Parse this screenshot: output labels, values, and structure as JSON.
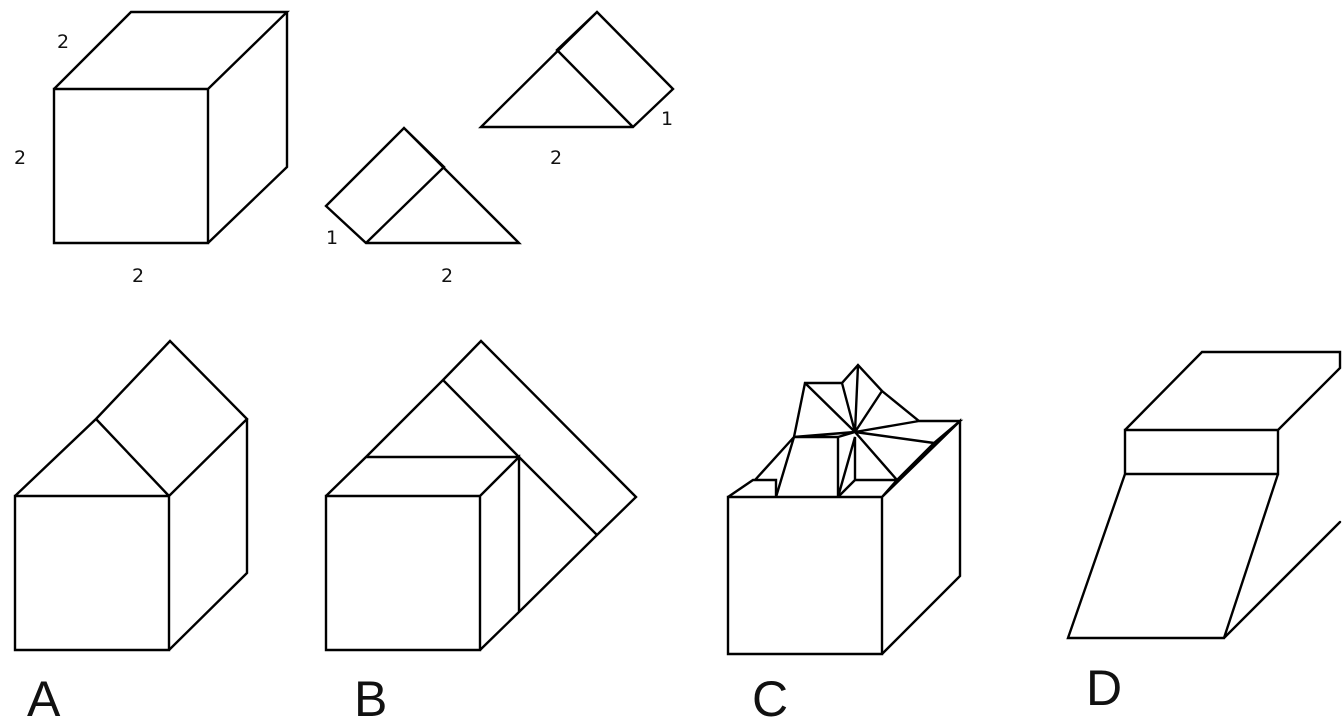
{
  "parts": {
    "cube": {
      "top_edge": "2",
      "height": "2",
      "bottom_edge": "2"
    },
    "prism_left": {
      "depth": "1",
      "base": "2"
    },
    "prism_right": {
      "depth": "1",
      "base": "2"
    }
  },
  "options": [
    {
      "label": "A"
    },
    {
      "label": "B"
    },
    {
      "label": "C"
    },
    {
      "label": "D"
    }
  ]
}
